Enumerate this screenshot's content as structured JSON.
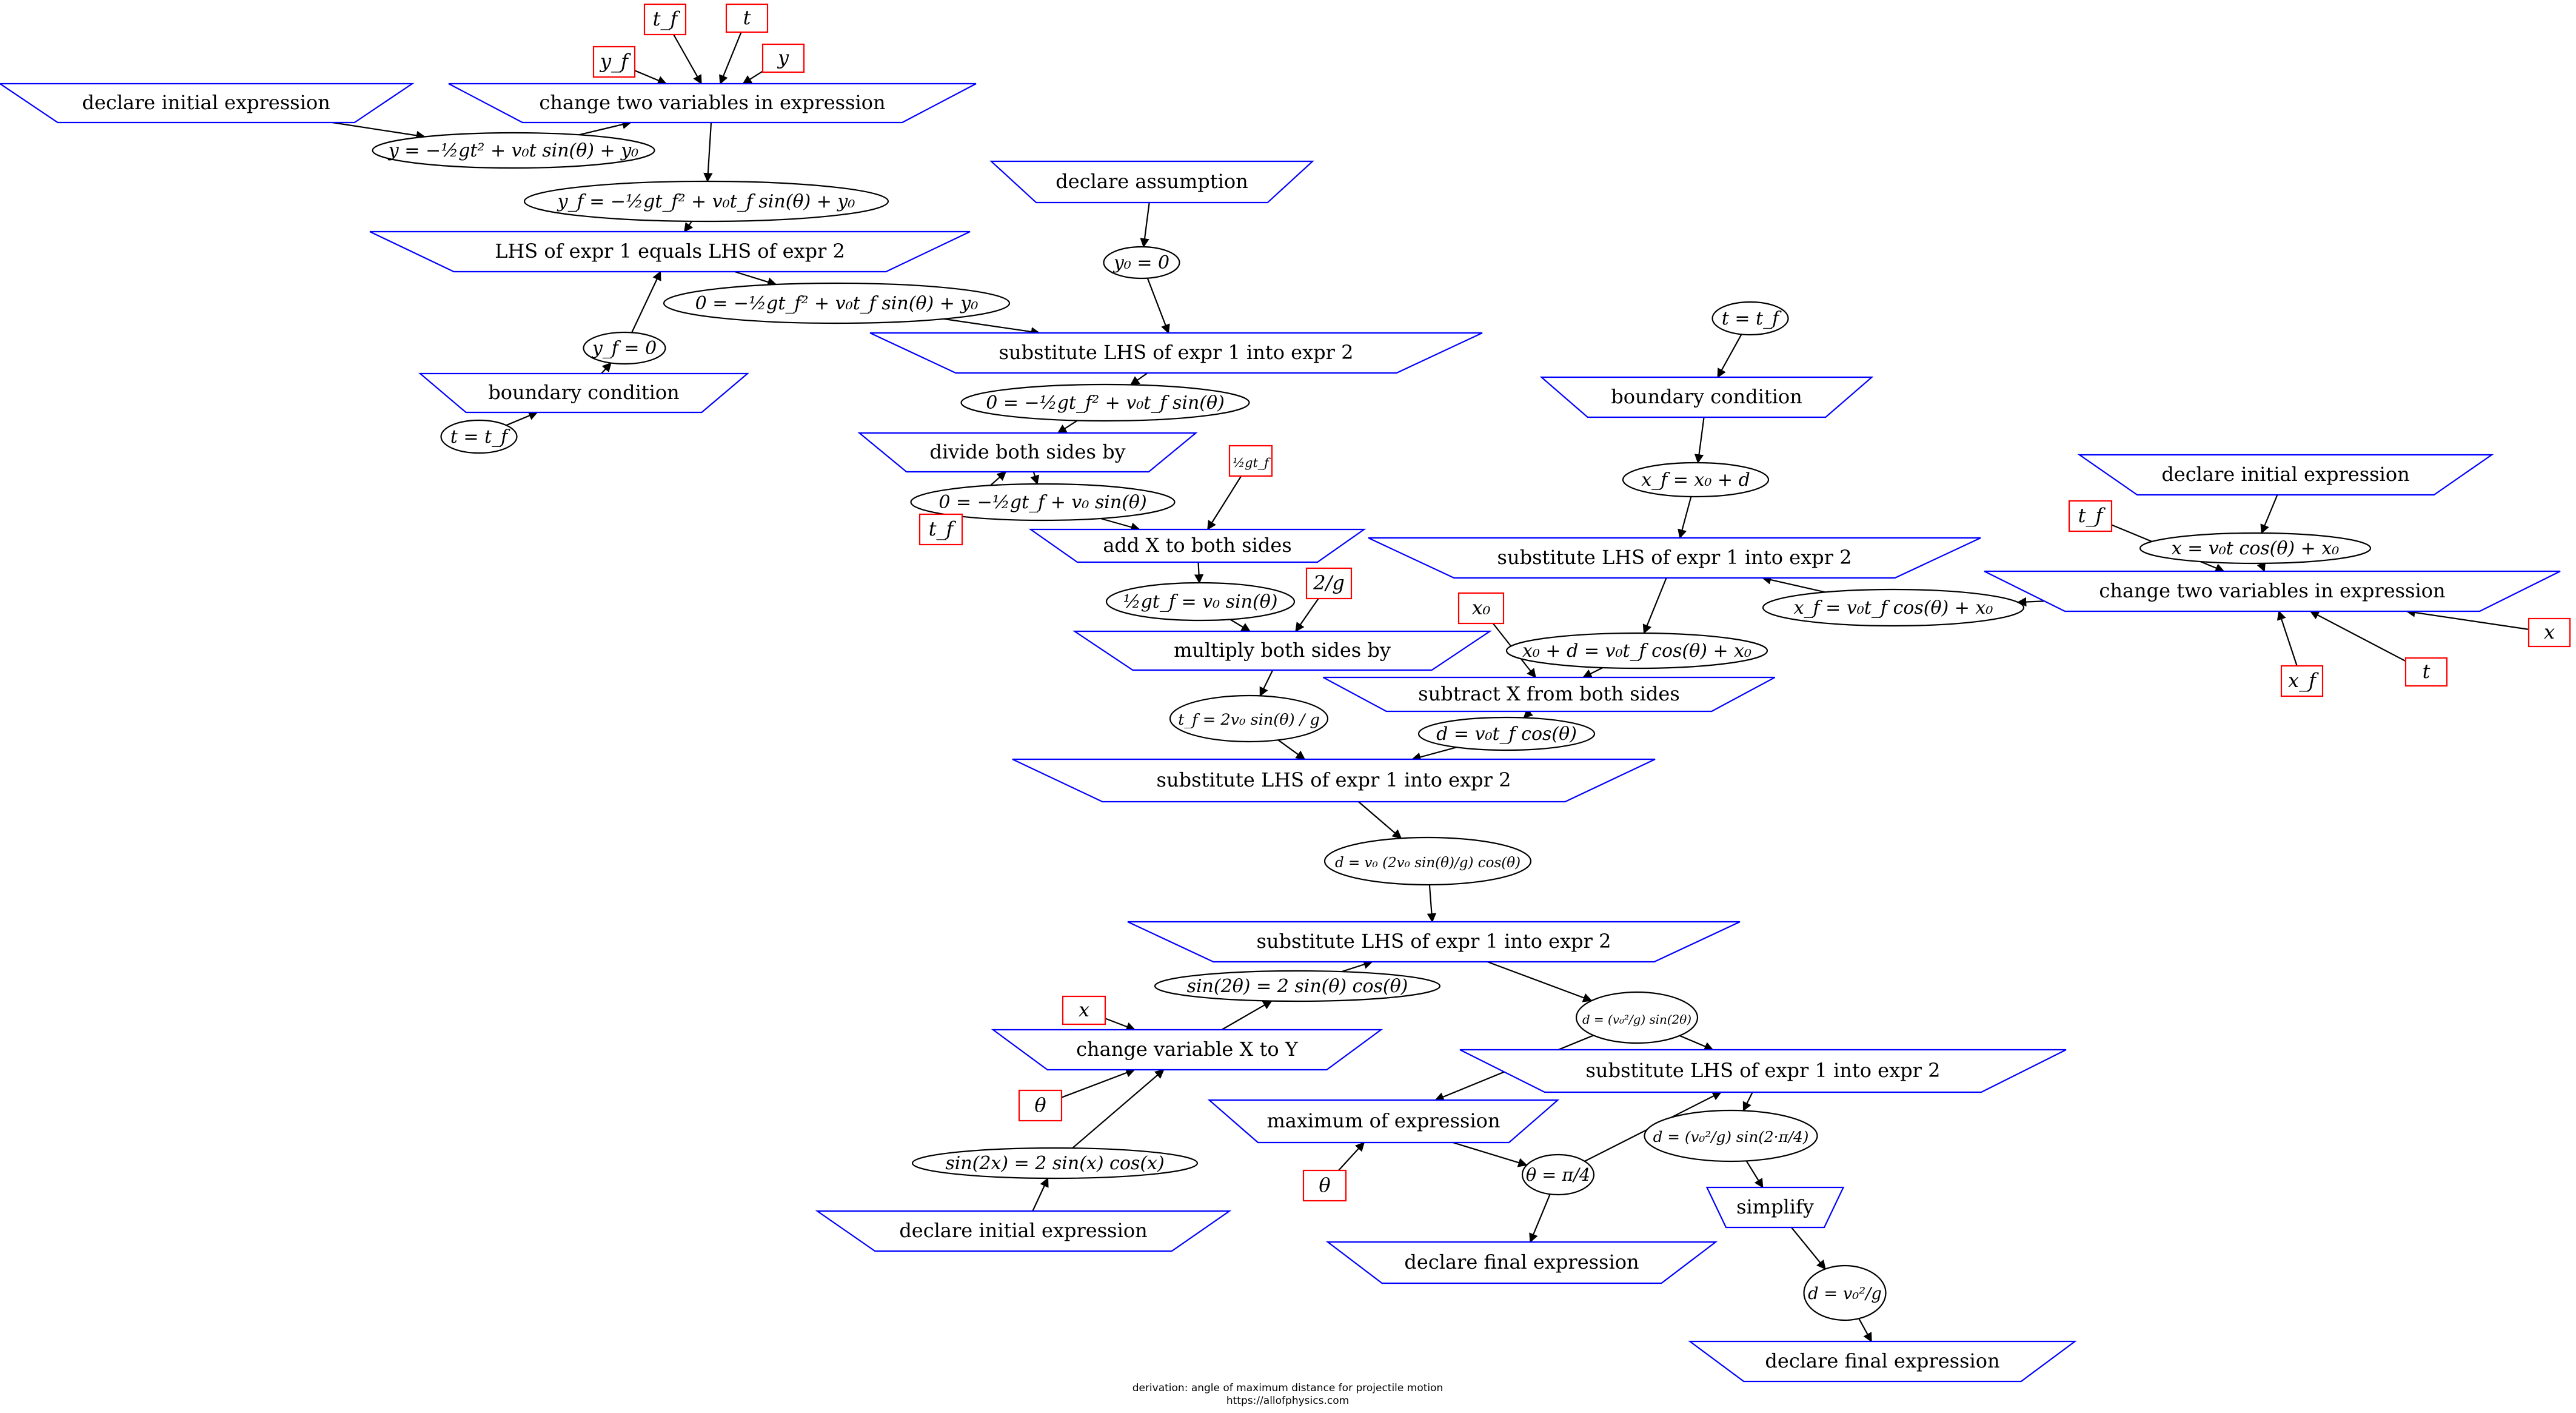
{
  "footer": {
    "line1": "derivation: angle of maximum distance for projectile motion",
    "line2": "https://allofphysics.com"
  },
  "colors": {
    "inference": "#0000ff",
    "feed": "#ff0000",
    "expression": "#000000"
  },
  "inference_steps": {
    "declare_initial_y": "declare initial expression",
    "change_two_vars_y": "change two variables in expression",
    "lhs_equals": "LHS of expr 1 equals LHS of expr 2",
    "boundary_y": "boundary condition",
    "declare_assumption": "declare assumption",
    "sub_y0": "substitute LHS of expr 1 into expr 2",
    "divide": "divide both sides by",
    "add_x": "add X to both sides",
    "multiply": "multiply both sides by",
    "boundary_x": "boundary condition",
    "sub_xf": "substitute LHS of expr 1 into expr 2",
    "declare_initial_x": "declare initial expression",
    "change_two_vars_x": "change two variables in expression",
    "subtract": "subtract X from both sides",
    "sub_tf": "substitute LHS of expr 1 into expr 2",
    "sub_sin2": "substitute LHS of expr 1 into expr 2",
    "change_var": "change variable X to Y",
    "declare_initial_sin": "declare initial expression",
    "sub_theta": "substitute LHS of expr 1 into expr 2",
    "maximum": "maximum of expression",
    "simplify": "simplify",
    "declare_final_theta": "declare final expression",
    "declare_final_d": "declare final expression"
  },
  "expressions": {
    "y_initial": "y = −½gt² + v₀t sin(θ) + y₀",
    "yf_expr": "y_f = −½gt_f² + v₀t_f sin(θ) + y₀",
    "zero_expr": "0 = −½gt_f² + v₀t_f sin(θ) + y₀",
    "yf_zero": "y_f = 0",
    "t_tf_left": "t = t_f",
    "y0_zero": "y₀ = 0",
    "zero_no_y0": "0 = −½gt_f² + v₀t_f sin(θ)",
    "zero_divided": "0 = −½gt_f + v₀ sin(θ)",
    "half_gtf": "½gt_f = v₀ sin(θ)",
    "tf_solution": "t_f = 2v₀ sin(θ) / g",
    "t_tf_right": "t = t_f",
    "xf_d": "x_f = x₀ + d",
    "x_initial": "x = v₀t cos(θ) + x₀",
    "xf_expr": "x_f = v₀t_f cos(θ) + x₀",
    "x0_d": "x₀ + d = v₀t_f cos(θ) + x₀",
    "d_cos": "d = v₀t_f cos(θ)",
    "d_sub": "d = v₀ (2v₀ sin(θ)/g) cos(θ)",
    "sin2theta": "sin(2θ) = 2 sin(θ) cos(θ)",
    "d_sin2": "d = (v₀²/g) sin(2θ)",
    "sin2x": "sin(2x) = 2 sin(x) cos(x)",
    "theta_pi4": "θ = π/4",
    "d_sinpi": "d = (v₀²/g) sin(2·π/4)",
    "d_final": "d = v₀²/g"
  },
  "feeds": {
    "tf_a": "t_f",
    "t_a": "t",
    "yf_a": "y_f",
    "y_a": "y",
    "tf_b": "t_f",
    "half_gtf": "½gt_f",
    "two_over_g": "2/g",
    "x0": "x₀",
    "tf_c": "t_f",
    "x_c": "x",
    "xf_c": "x_f",
    "t_c": "t",
    "x_d": "x",
    "theta_d": "θ",
    "theta_e": "θ"
  }
}
